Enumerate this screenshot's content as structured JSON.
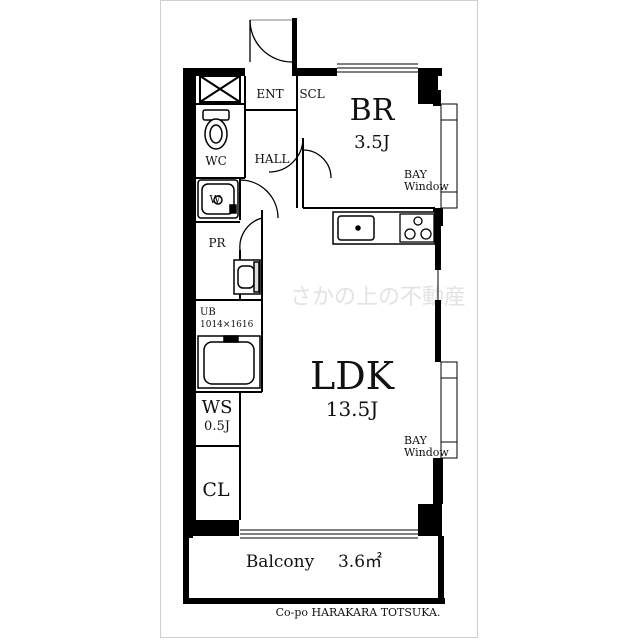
{
  "rooms": {
    "entrance": "ENT",
    "shoe_closet": "SCL",
    "hall": "HALL",
    "toilet": "WC",
    "washer": "W",
    "powder_room": "PR",
    "unit_bath": "UB",
    "unit_bath_size": "1014×1616",
    "walkin_storage": "WS",
    "walkin_storage_size": "0.5J",
    "closet": "CL",
    "bedroom": "BR",
    "bedroom_size": "3.5J",
    "ldk": "LDK",
    "ldk_size": "13.5J",
    "balcony": "Balcony",
    "balcony_size": "3.6㎡",
    "bay_window_1a": "BAY",
    "bay_window_1b": "Window",
    "bay_window_2a": "BAY",
    "bay_window_2b": "Window"
  },
  "watermark": "さかの上の不動産",
  "building_name": "Co-po HARAKARA TOTSUKA."
}
